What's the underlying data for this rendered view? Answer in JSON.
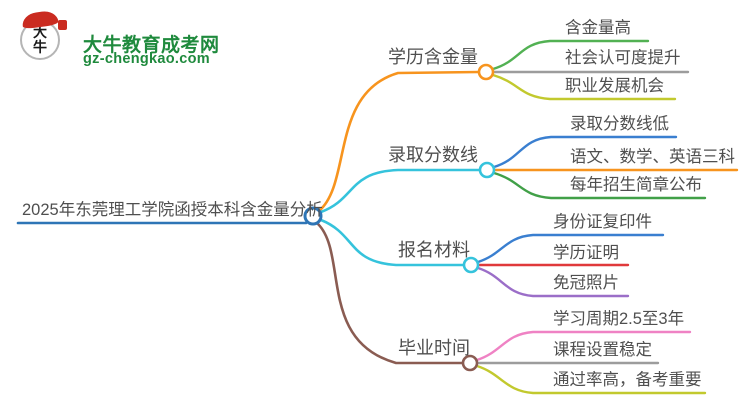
{
  "header": {
    "site_name": "大牛教育成考网",
    "site_domain": "gz-chengkao.com",
    "logo_glyph": "大牛"
  },
  "colors": {
    "root_accent": "#2e75b6",
    "logo_green": "#1f8a3d",
    "logo_red": "#ca2b20",
    "text_gray": "#4f4f4f"
  },
  "mindmap": {
    "root": {
      "label": "2025年东莞理工学院函授本科含金量分析",
      "color": "#2e75b6"
    },
    "branches": [
      {
        "label": "学历含金量",
        "color": "#f7941e",
        "children": [
          {
            "label": "含金量高",
            "color": "#52b153"
          },
          {
            "label": "社会认可度提升",
            "color": "#9c9c9c"
          },
          {
            "label": "职业发展机会",
            "color": "#c2c92e"
          }
        ]
      },
      {
        "label": "录取分数线",
        "color": "#35c3dc",
        "children": [
          {
            "label": "录取分数线低",
            "color": "#3a7fd0"
          },
          {
            "label": "语文、数学、英语三科",
            "color": "#f7941e"
          },
          {
            "label": "每年招生简章公布",
            "color": "#41a048"
          }
        ]
      },
      {
        "label": "报名材料",
        "color": "#35c3dc",
        "children": [
          {
            "label": "身份证复印件",
            "color": "#3a7fd0"
          },
          {
            "label": "学历证明",
            "color": "#e0393b"
          },
          {
            "label": "免冠照片",
            "color": "#9b6ec8"
          }
        ]
      },
      {
        "label": "毕业时间",
        "color": "#8a5c52",
        "children": [
          {
            "label": "学习周期2.5至3年",
            "color": "#ef82c4"
          },
          {
            "label": "课程设置稳定",
            "color": "#9c9c9c"
          },
          {
            "label": "通过率高，备考重要",
            "color": "#c2c92e"
          }
        ]
      }
    ]
  }
}
